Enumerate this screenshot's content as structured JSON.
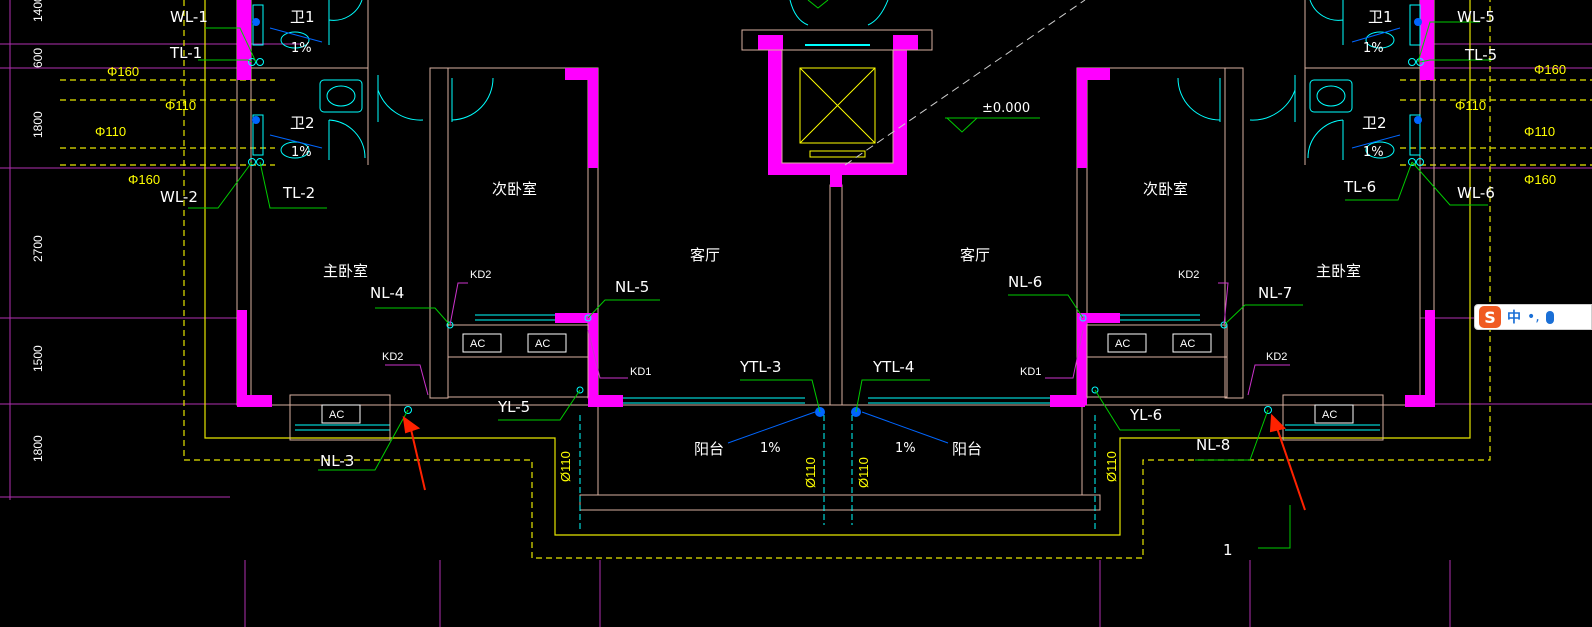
{
  "drawing": {
    "dimensions": [
      "1400",
      "600",
      "1800",
      "2700",
      "1500",
      "1800"
    ],
    "rooms": {
      "master_bedroom_left": "主卧室",
      "second_bedroom_left": "次卧室",
      "living_left": "客厅",
      "living_right": "客厅",
      "second_bedroom_right": "次卧室",
      "master_bedroom_right": "主卧室",
      "balcony_left": "阳台",
      "balcony_right": "阳台",
      "toilet1_left": "卫1",
      "toilet2_left": "卫2",
      "toilet1_right": "卫1",
      "toilet2_right": "卫2"
    },
    "pipes": {
      "wl1": "WL-1",
      "tl1": "TL-1",
      "wl2": "WL-2",
      "tl2": "TL-2",
      "wl5": "WL-5",
      "tl5": "TL-5",
      "wl6": "WL-6",
      "tl6": "TL-6",
      "nl3": "NL-3",
      "nl4": "NL-4",
      "nl5": "NL-5",
      "nl6": "NL-6",
      "nl7": "NL-7",
      "nl8": "NL-8",
      "yl5": "YL-5",
      "yl6": "YL-6",
      "ytl3": "YTL-3",
      "ytl4": "YTL-4"
    },
    "sizes": {
      "phi160_a": "Φ160",
      "phi110_a": "Φ110",
      "phi110_b": "Φ110",
      "phi160_b": "Φ160",
      "phi160_c": "Φ160",
      "phi110_c": "Φ110",
      "phi110_d": "Φ110",
      "phi160_d": "Φ160",
      "d110_1": "Ø110",
      "d110_2": "Ø110",
      "d110_3": "Ø110",
      "d110_4": "Ø110"
    },
    "slopes": {
      "s1": "1%",
      "s2": "1%",
      "s3": "1%",
      "s4": "1%",
      "s5": "1%",
      "s6": "1%"
    },
    "condensate": {
      "kd2_a": "KD2",
      "kd2_b": "KD2",
      "kd1_a": "KD1",
      "kd1_b": "KD1",
      "kd2_c": "KD2",
      "kd2_d": "KD2"
    },
    "ac_units": [
      "AC",
      "AC",
      "AC",
      "AC",
      "AC",
      "AC"
    ],
    "elevation": "±0.000",
    "axis_number": "1"
  },
  "ime": {
    "logo": "S",
    "mode": "中",
    "punct": "•,"
  },
  "colors": {
    "background": "#000000",
    "wall_fill": "#ff00ff",
    "axis_grid": "#cc33cc",
    "dashed_outline": "#ffff00",
    "leader": "#00cc00",
    "fixture": "#00ffff",
    "pipe_blue": "#0066ff",
    "arrow": "#ff2200"
  }
}
